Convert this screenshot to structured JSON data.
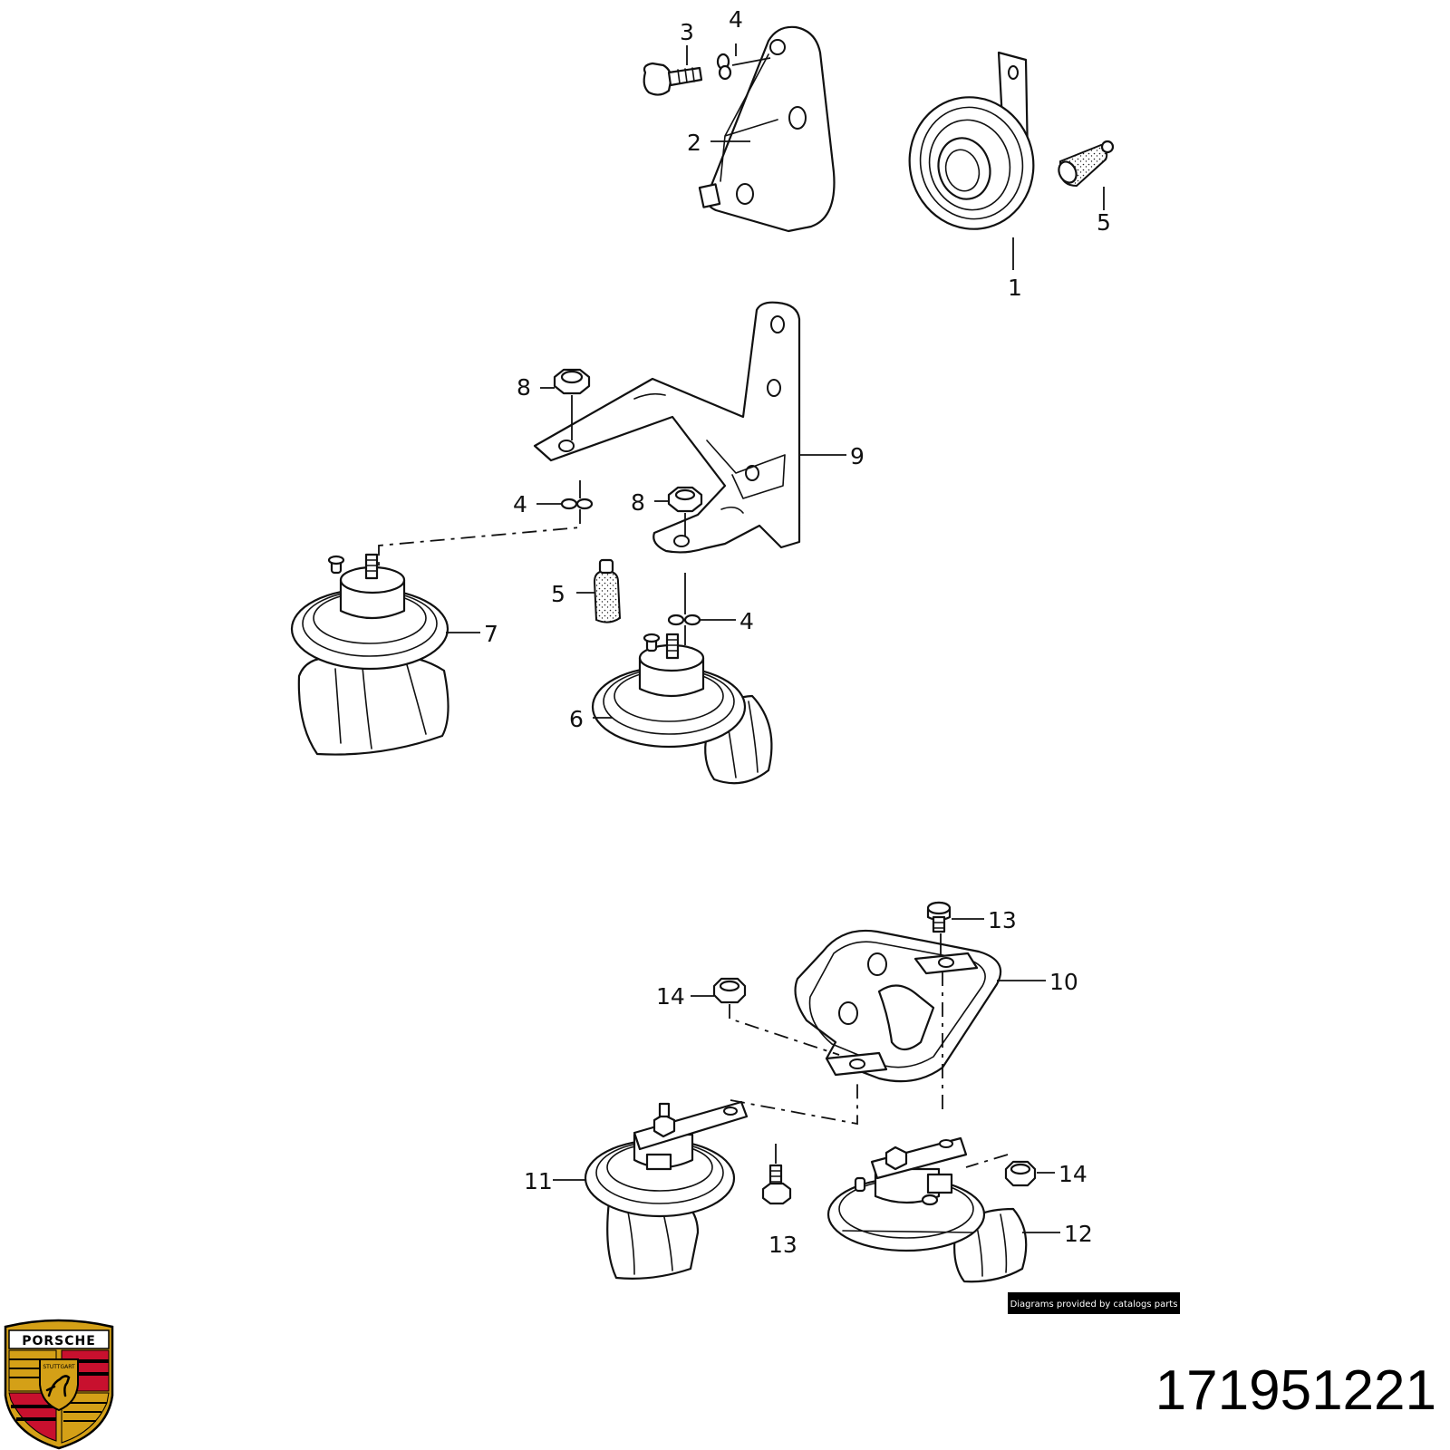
{
  "callouts": {
    "c1": "1",
    "c2": "2",
    "c3": "3",
    "c4a": "4",
    "c5a": "5",
    "c8a": "8",
    "c9": "9",
    "c4b": "4",
    "c8b": "8",
    "c5b": "5",
    "c4c": "4",
    "c7": "7",
    "c6": "6",
    "c13a": "13",
    "c10": "10",
    "c14a": "14",
    "c11": "11",
    "c13b": "13",
    "c14b": "14",
    "c12": "12"
  },
  "credit": "Diagrams provided by catalogs parts",
  "part_number": "171951221",
  "logo": {
    "brand": "PORSCHE",
    "city": "STUTTGART",
    "colors": {
      "red": "#c8102e",
      "black": "#000000",
      "gold": "#d4a017"
    }
  }
}
